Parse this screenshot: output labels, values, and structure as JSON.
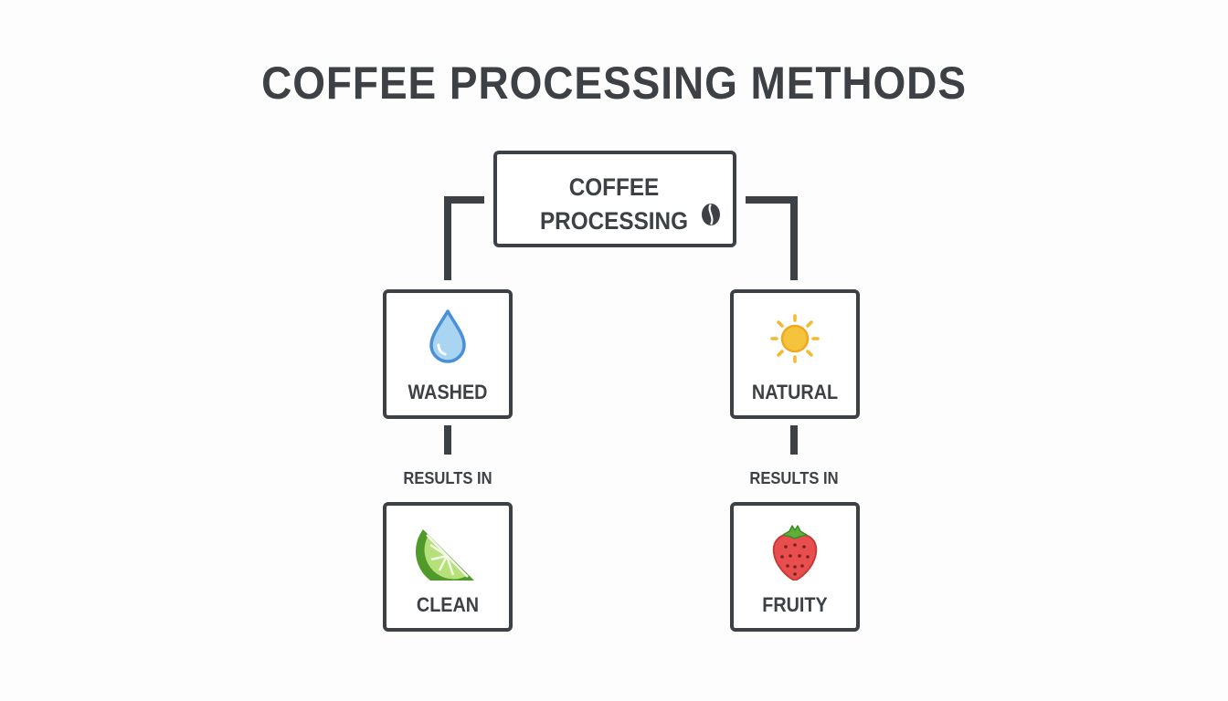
{
  "title": "COFFEE PROCESSING METHODS",
  "root": {
    "line1": "COFFEE",
    "line2": "PROCESSING",
    "icon": "coffee-bean-icon"
  },
  "branches": [
    {
      "method": "WASHED",
      "method_icon": "water-drop-icon",
      "connector_label": "RESULTS IN",
      "result": "CLEAN",
      "result_icon": "lime-slice-icon"
    },
    {
      "method": "NATURAL",
      "method_icon": "sun-icon",
      "connector_label": "RESULTS IN",
      "result": "FRUITY",
      "result_icon": "strawberry-icon"
    }
  ],
  "colors": {
    "ink": "#3d4145",
    "water": "#4a90d9",
    "sun": "#f5b82e",
    "lime": "#7cc242",
    "strawberry": "#e94e4e"
  }
}
